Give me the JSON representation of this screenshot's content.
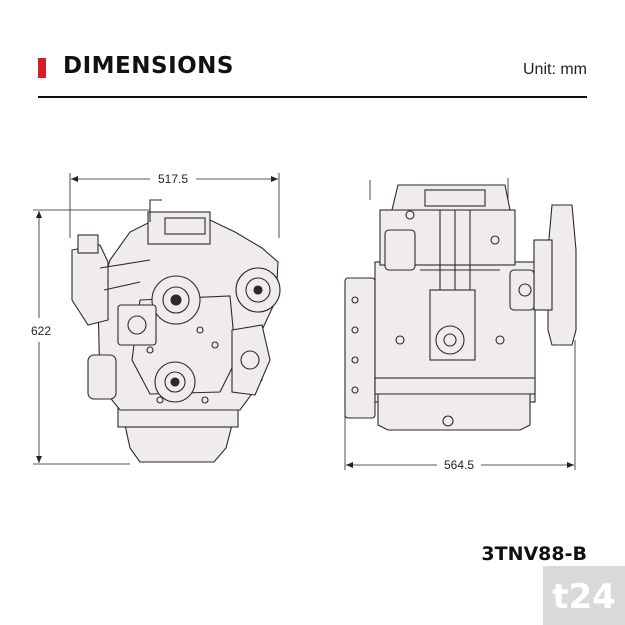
{
  "header": {
    "title": "DIMENSIONS",
    "unit_label": "Unit: mm",
    "accent_color": "#d41f2a"
  },
  "front_view": {
    "width_label": "517.5",
    "height_label": "622"
  },
  "side_view": {
    "length_label": "564.5"
  },
  "model": "3TNV88-B",
  "watermark": {
    "text": "t24"
  }
}
